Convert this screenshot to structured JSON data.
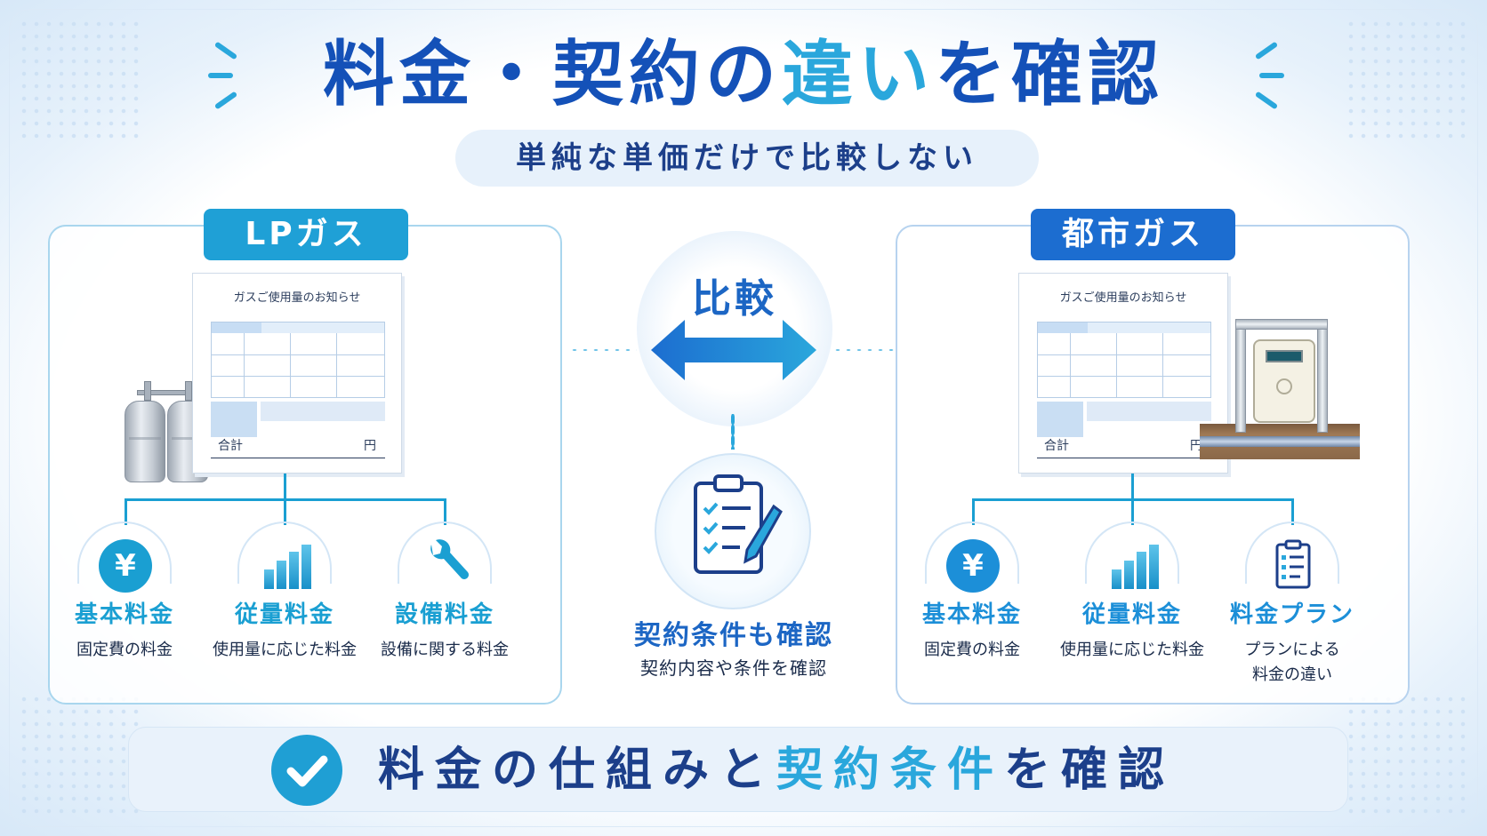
{
  "title": {
    "part1": "料金・契約の",
    "part2": "違い",
    "part3": "を確認"
  },
  "subtitle": "単純な単価だけで比較しない",
  "left_panel": {
    "label": "LPガス",
    "bill": {
      "title": "ガスご使用量のお知らせ",
      "total_label": "合計",
      "unit": "円"
    },
    "features": [
      {
        "icon": "yen-icon",
        "name": "基本料金",
        "desc": "固定費の料金"
      },
      {
        "icon": "bar-chart-icon",
        "name": "従量料金",
        "desc": "使用量に応じた料金"
      },
      {
        "icon": "wrench-icon",
        "name": "設備料金",
        "desc": "設備に関する料金"
      }
    ]
  },
  "right_panel": {
    "label": "都市ガス",
    "bill": {
      "title": "ガスご使用量のお知らせ",
      "total_label": "合計",
      "unit": "円"
    },
    "features": [
      {
        "icon": "yen-icon",
        "name": "基本料金",
        "desc": "固定費の料金"
      },
      {
        "icon": "bar-chart-icon",
        "name": "従量料金",
        "desc": "使用量に応じた料金"
      },
      {
        "icon": "clipboard-icon",
        "name": "料金プラン",
        "desc1": "プランによる",
        "desc2": "料金の違い"
      }
    ]
  },
  "center": {
    "compare_label": "比較",
    "contract_title": "契約条件も確認",
    "contract_desc": "契約内容や条件を確認"
  },
  "banner": {
    "part1": "料金の仕組みと",
    "part2": "契約条件",
    "part3": "を確認"
  },
  "colors": {
    "navy": "#1451b8",
    "cyan": "#2aa7dc",
    "lp_label": "#1fa0d6",
    "city_label": "#1c6dd0"
  }
}
